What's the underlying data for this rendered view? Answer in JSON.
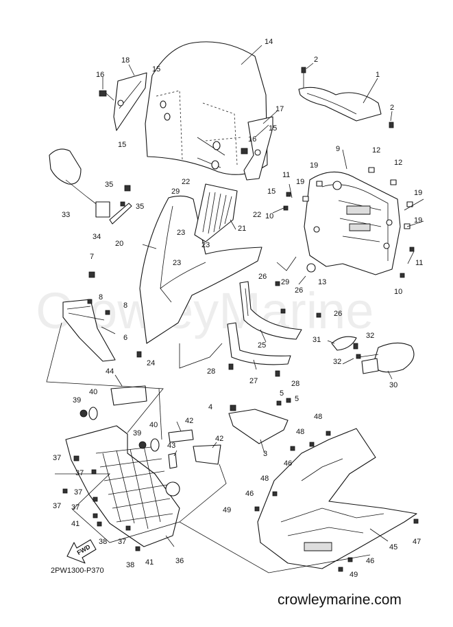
{
  "watermark": "CrowleyMarine",
  "diagram_code": "2PW1300-P370",
  "website": "crowleymarine.com",
  "direction_label": "FWD",
  "callouts": [
    {
      "id": "c1",
      "text": "1"
    },
    {
      "id": "c2a",
      "text": "2"
    },
    {
      "id": "c2b",
      "text": "2"
    },
    {
      "id": "c3",
      "text": "3"
    },
    {
      "id": "c4",
      "text": "4"
    },
    {
      "id": "c5a",
      "text": "5"
    },
    {
      "id": "c5b",
      "text": "5"
    },
    {
      "id": "c6",
      "text": "6"
    },
    {
      "id": "c7",
      "text": "7"
    },
    {
      "id": "c8a",
      "text": "8"
    },
    {
      "id": "c8b",
      "text": "8"
    },
    {
      "id": "c9",
      "text": "9"
    },
    {
      "id": "c10a",
      "text": "10"
    },
    {
      "id": "c10b",
      "text": "10"
    },
    {
      "id": "c11a",
      "text": "11"
    },
    {
      "id": "c11b",
      "text": "11"
    },
    {
      "id": "c12a",
      "text": "12"
    },
    {
      "id": "c12b",
      "text": "12"
    },
    {
      "id": "c13",
      "text": "13"
    },
    {
      "id": "c14",
      "text": "14"
    },
    {
      "id": "c15a",
      "text": "15"
    },
    {
      "id": "c15b",
      "text": "15"
    },
    {
      "id": "c15c",
      "text": "15"
    },
    {
      "id": "c15d",
      "text": "15"
    },
    {
      "id": "c16a",
      "text": "16"
    },
    {
      "id": "c16b",
      "text": "16"
    },
    {
      "id": "c17",
      "text": "17"
    },
    {
      "id": "c18",
      "text": "18"
    },
    {
      "id": "c19a",
      "text": "19"
    },
    {
      "id": "c19b",
      "text": "19"
    },
    {
      "id": "c19c",
      "text": "19"
    },
    {
      "id": "c19d",
      "text": "19"
    },
    {
      "id": "c20",
      "text": "20"
    },
    {
      "id": "c21",
      "text": "21"
    },
    {
      "id": "c22a",
      "text": "22"
    },
    {
      "id": "c22b",
      "text": "22"
    },
    {
      "id": "c23a",
      "text": "23"
    },
    {
      "id": "c23b",
      "text": "23"
    },
    {
      "id": "c23c",
      "text": "23"
    },
    {
      "id": "c24",
      "text": "24"
    },
    {
      "id": "c25",
      "text": "25"
    },
    {
      "id": "c26a",
      "text": "26"
    },
    {
      "id": "c26b",
      "text": "26"
    },
    {
      "id": "c26c",
      "text": "26"
    },
    {
      "id": "c27",
      "text": "27"
    },
    {
      "id": "c28a",
      "text": "28"
    },
    {
      "id": "c28b",
      "text": "28"
    },
    {
      "id": "c29a",
      "text": "29"
    },
    {
      "id": "c29b",
      "text": "29"
    },
    {
      "id": "c30",
      "text": "30"
    },
    {
      "id": "c31",
      "text": "31"
    },
    {
      "id": "c32a",
      "text": "32"
    },
    {
      "id": "c32b",
      "text": "32"
    },
    {
      "id": "c33",
      "text": "33"
    },
    {
      "id": "c34",
      "text": "34"
    },
    {
      "id": "c35a",
      "text": "35"
    },
    {
      "id": "c35b",
      "text": "35"
    },
    {
      "id": "c36",
      "text": "36"
    },
    {
      "id": "c37a",
      "text": "37"
    },
    {
      "id": "c37b",
      "text": "37"
    },
    {
      "id": "c37c",
      "text": "37"
    },
    {
      "id": "c37d",
      "text": "37"
    },
    {
      "id": "c37e",
      "text": "37"
    },
    {
      "id": "c37f",
      "text": "37"
    },
    {
      "id": "c38a",
      "text": "38"
    },
    {
      "id": "c38b",
      "text": "38"
    },
    {
      "id": "c39a",
      "text": "39"
    },
    {
      "id": "c39b",
      "text": "39"
    },
    {
      "id": "c40a",
      "text": "40"
    },
    {
      "id": "c40b",
      "text": "40"
    },
    {
      "id": "c41a",
      "text": "41"
    },
    {
      "id": "c41b",
      "text": "41"
    },
    {
      "id": "c42a",
      "text": "42"
    },
    {
      "id": "c42b",
      "text": "42"
    },
    {
      "id": "c43",
      "text": "43"
    },
    {
      "id": "c44",
      "text": "44"
    },
    {
      "id": "c45",
      "text": "45"
    },
    {
      "id": "c46a",
      "text": "46"
    },
    {
      "id": "c46b",
      "text": "46"
    },
    {
      "id": "c46c",
      "text": "46"
    },
    {
      "id": "c47",
      "text": "47"
    },
    {
      "id": "c48a",
      "text": "48"
    },
    {
      "id": "c48b",
      "text": "48"
    },
    {
      "id": "c48c",
      "text": "48"
    },
    {
      "id": "c49a",
      "text": "49"
    },
    {
      "id": "c49b",
      "text": "49"
    }
  ]
}
